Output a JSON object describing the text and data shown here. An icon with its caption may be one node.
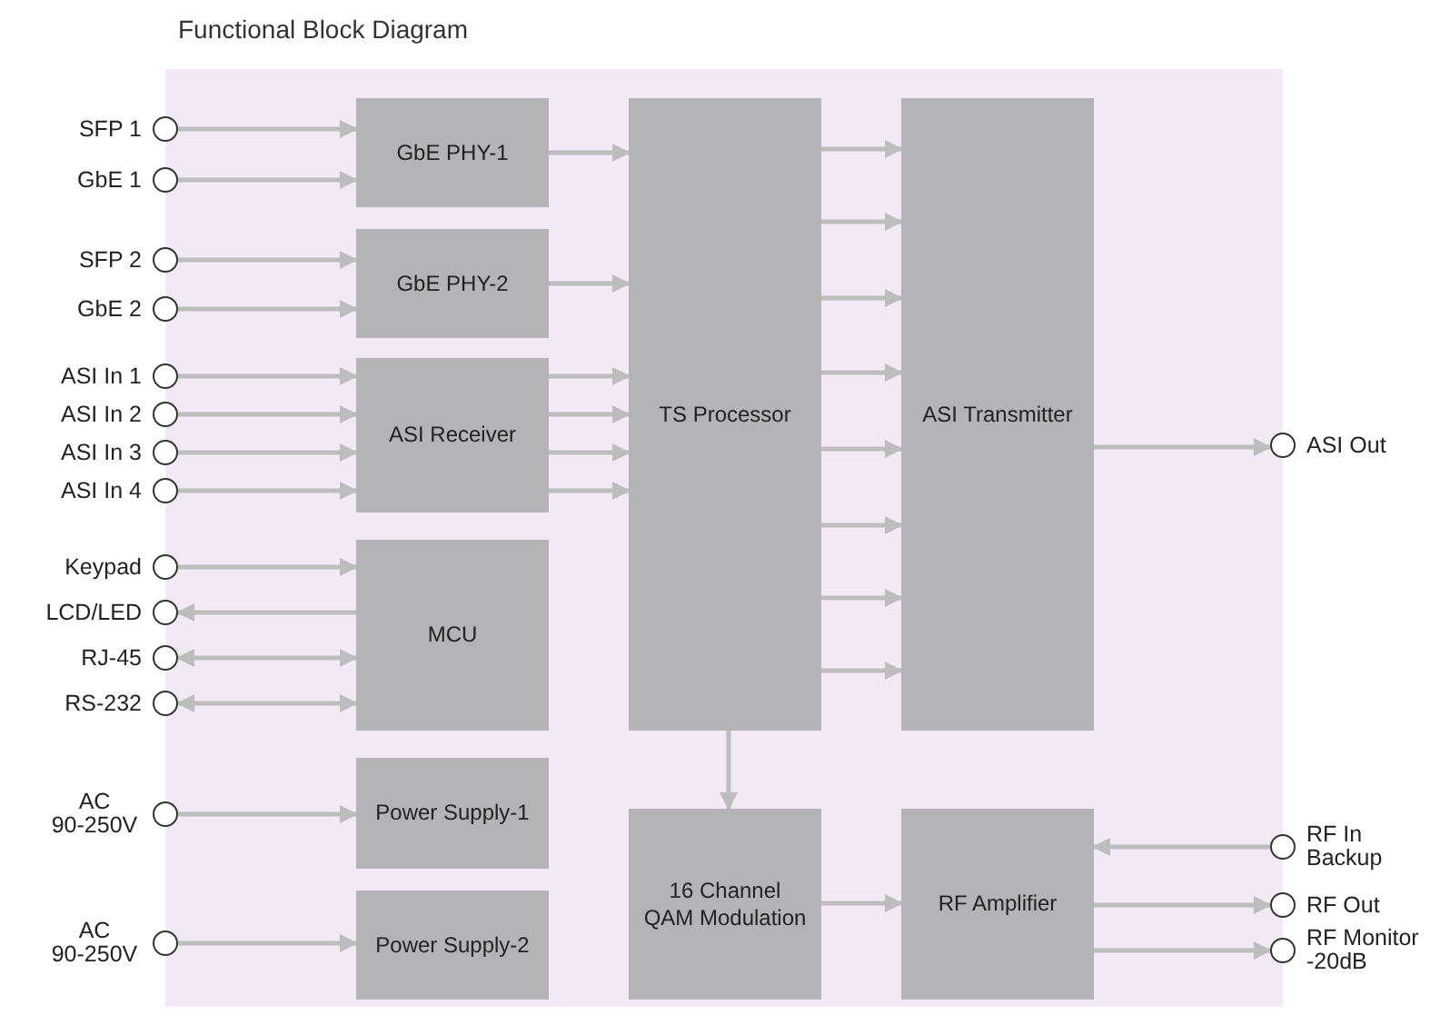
{
  "diagram": {
    "title": "Functional Block Diagram",
    "nodes": [
      {
        "text": [],
        "shape": "box"
      },
      {
        "text": [
          "GbE PHY-1"
        ],
        "in": 0
      },
      {
        "text": [
          "GbE PHY-2"
        ],
        "in": 0
      },
      {
        "text": [
          "ASI Receiver"
        ],
        "in": 0
      },
      {
        "text": [
          "MCU"
        ],
        "in": 0
      },
      {
        "text": [
          "Power Supply-1"
        ],
        "in": 0
      },
      {
        "text": [
          "Power Supply-2"
        ],
        "in": 0
      },
      {
        "text": [
          "TS Processor"
        ],
        "in": 0
      },
      {
        "text": [
          "16 Channel QAM Modulation"
        ],
        "in": 0
      },
      {
        "text": [
          "ASI Transmitter"
        ],
        "in": 0
      },
      {
        "text": [
          "RF Amplifier"
        ],
        "in": 0
      },
      {
        "text": [
          "SFP 1"
        ]
      },
      {
        "text": [
          "GbE 1"
        ]
      },
      {
        "text": [
          "SFP 2"
        ]
      },
      {
        "text": [
          "GbE 2"
        ]
      },
      {
        "text": [
          "ASI In 1"
        ]
      },
      {
        "text": [
          "ASI In 2"
        ]
      },
      {
        "text": [
          "ASI In 3"
        ]
      },
      {
        "text": [
          "ASI In 4"
        ]
      },
      {
        "text": [
          "Keypad"
        ]
      },
      {
        "text": [
          "LCD/LED"
        ]
      },
      {
        "text": [
          "RJ-45"
        ]
      },
      {
        "text": [
          "RS-232"
        ]
      },
      {
        "text": [
          "AC 90-250V"
        ]
      },
      {
        "text": [
          "AC 90-250V"
        ]
      },
      {
        "text": [
          "ASI Out"
        ]
      },
      {
        "text": [
          "RF In Backup"
        ]
      },
      {
        "text": [
          "RF Out"
        ]
      },
      {
        "text": [
          "RF Monitor -20dB"
        ]
      }
    ],
    "edges": [
      {
        "from": 11,
        "to": 1,
        "arrow": "to"
      },
      {
        "from": 12,
        "to": 1,
        "arrow": "to"
      },
      {
        "from": 13,
        "to": 2,
        "arrow": "to"
      },
      {
        "from": 14,
        "to": 2,
        "arrow": "to"
      },
      {
        "from": 15,
        "to": 3,
        "arrow": "to"
      },
      {
        "from": 16,
        "to": 3,
        "arrow": "to"
      },
      {
        "from": 17,
        "to": 3,
        "arrow": "to"
      },
      {
        "from": 18,
        "to": 3,
        "arrow": "to"
      },
      {
        "from": 19,
        "to": 4,
        "arrow": "to"
      },
      {
        "from": 4,
        "to": 20,
        "arrow": "to"
      },
      {
        "from": 21,
        "to": 4,
        "arrow": "both"
      },
      {
        "from": 22,
        "to": 4,
        "arrow": "both"
      },
      {
        "from": 23,
        "to": 5,
        "arrow": "to"
      },
      {
        "from": 24,
        "to": 6,
        "arrow": "to"
      },
      {
        "from": 1,
        "to": 7,
        "arrow": "to"
      },
      {
        "from": 2,
        "to": 7,
        "arrow": "to"
      },
      {
        "from": 3,
        "to": 7,
        "arrow": "to"
      },
      {
        "from": 3,
        "to": 7,
        "arrow": "to"
      },
      {
        "from": 3,
        "to": 7,
        "arrow": "to"
      },
      {
        "from": 3,
        "to": 7,
        "arrow": "to"
      },
      {
        "from": 7,
        "to": 9,
        "arrow": "to"
      },
      {
        "from": 7,
        "to": 9,
        "arrow": "to"
      },
      {
        "from": 7,
        "to": 9,
        "arrow": "to"
      },
      {
        "from": 7,
        "to": 9,
        "arrow": "to"
      },
      {
        "from": 7,
        "to": 9,
        "arrow": "to"
      },
      {
        "from": 7,
        "to": 9,
        "arrow": "to"
      },
      {
        "from": 7,
        "to": 9,
        "arrow": "to"
      },
      {
        "from": 7,
        "to": 9,
        "arrow": "to"
      },
      {
        "from": 9,
        "to": 25,
        "arrow": "to"
      },
      {
        "from": 7,
        "to": 8,
        "arrow": "to"
      },
      {
        "from": 8,
        "to": 10,
        "arrow": "to"
      },
      {
        "from": 26,
        "to": 10,
        "arrow": "to"
      },
      {
        "from": 10,
        "to": 27,
        "arrow": "to"
      },
      {
        "from": 10,
        "to": 28,
        "arrow": "to"
      }
    ]
  }
}
